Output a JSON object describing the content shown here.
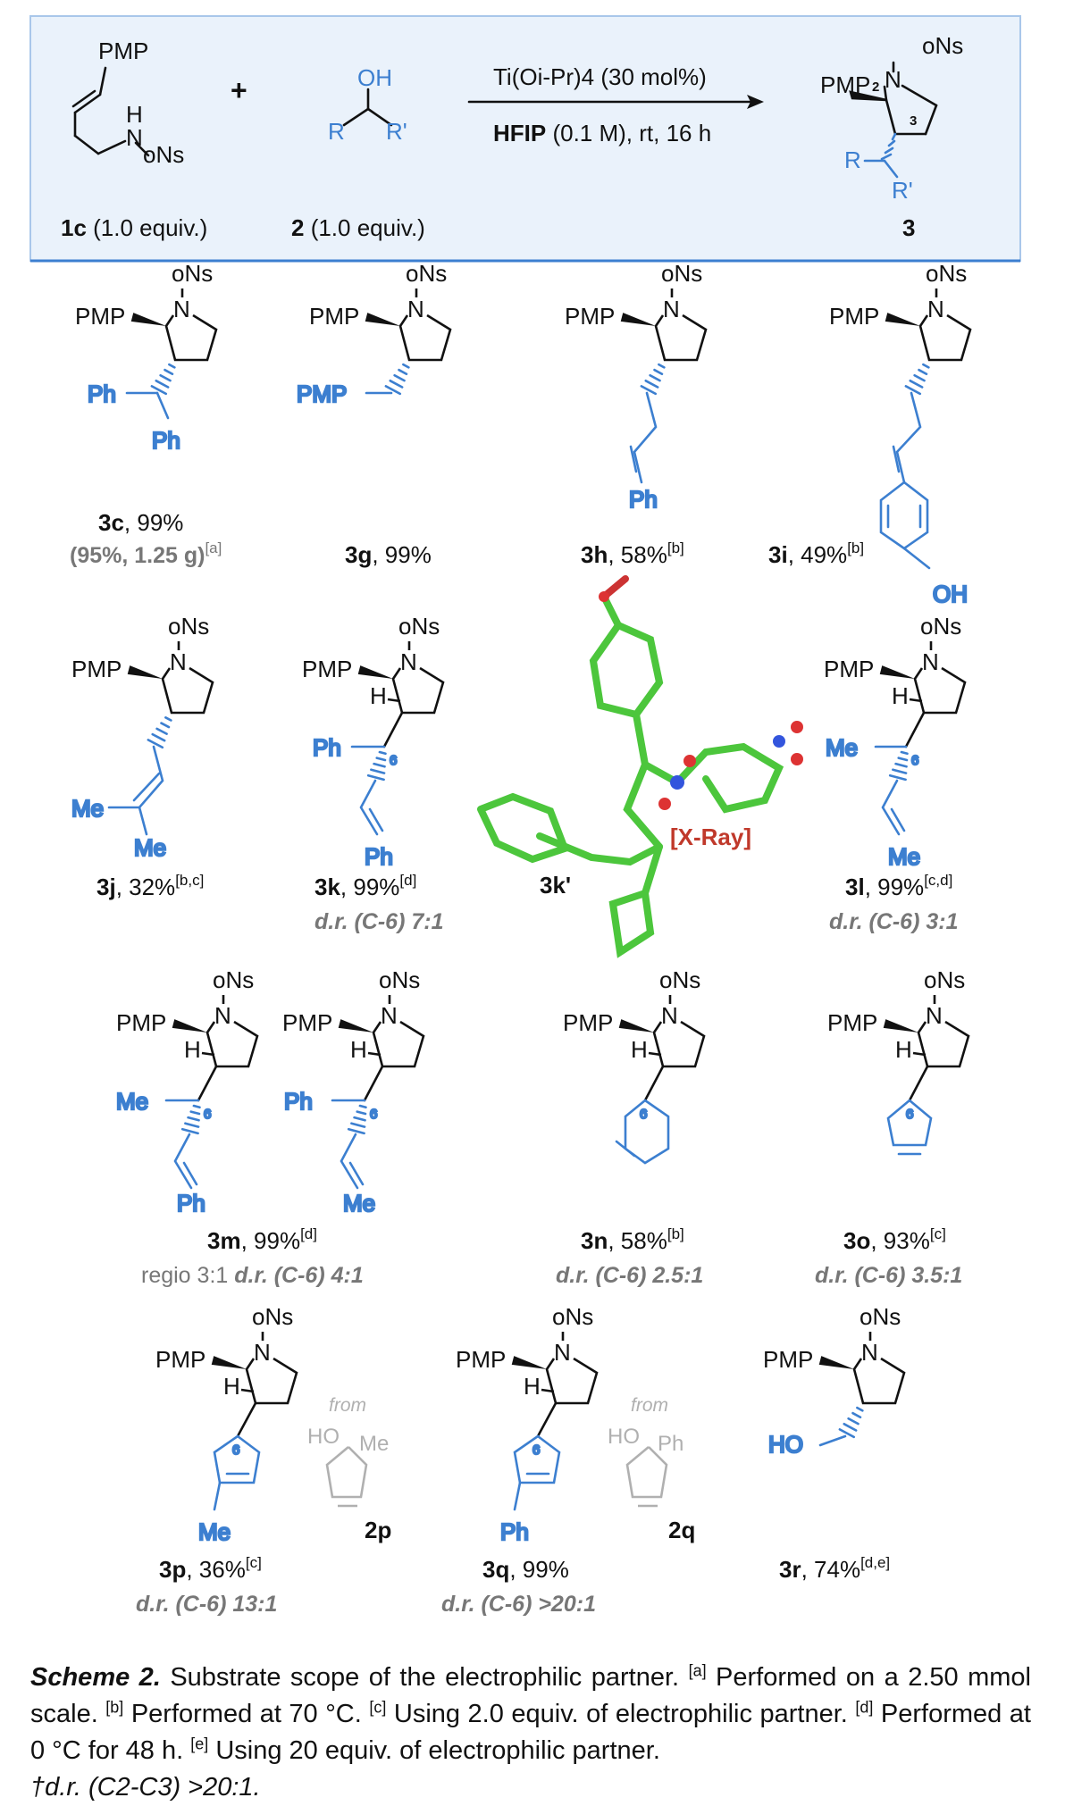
{
  "reaction": {
    "reactant1": {
      "groups": {
        "pmp": "PMP",
        "nh_h": "H",
        "nh_n": "N",
        "ns": "oNs"
      },
      "label_bold": "1c",
      "label_rest": " (1.0 equiv.)"
    },
    "plus": "+",
    "reactant2": {
      "groups": {
        "oh": "OH",
        "r": "R",
        "r2": "R'"
      },
      "label_bold": "2",
      "label_rest": " (1.0 equiv.)"
    },
    "conditions_top": "Ti(Oi-Pr)4 (30 mol%)",
    "conditions_bottom_bold": "HFIP",
    "conditions_bottom_rest": " (0.1 M), rt, 16 h",
    "product": {
      "groups": {
        "pmp": "PMP",
        "ns": "oNs",
        "n": "N",
        "r": "R",
        "r2": "R'",
        "pos2": "2",
        "pos3": "3"
      },
      "label_bold": "3"
    }
  },
  "compounds": [
    {
      "id": "3c",
      "yield": ", 99%",
      "note": "(95%, 1.25 g)",
      "note_sup": "[a]",
      "substituent": {
        "a": "Ph",
        "b": "Ph"
      }
    },
    {
      "id": "3g",
      "yield": ", 99%",
      "substituent": {
        "a": "PMP"
      }
    },
    {
      "id": "3h",
      "yield": ", 58%",
      "sup": "[b]",
      "substituent": {
        "a": "Ph"
      }
    },
    {
      "id": "3i",
      "yield": ", 49%",
      "sup": "[b]",
      "substituent": {
        "a": "OH"
      }
    },
    {
      "id": "3j",
      "yield": ", 32%",
      "sup": "[b,c]",
      "substituent": {
        "a": "Me",
        "b": "Me"
      }
    },
    {
      "id": "3k",
      "yield": ", 99%",
      "sup": "[d]",
      "dr": "d.r. (C-6) 7:1",
      "substituent": {
        "a": "Ph",
        "b": "Ph",
        "h": "H",
        "pos": "6"
      }
    },
    {
      "id": "3k'",
      "xray": "[X-Ray]"
    },
    {
      "id": "3l",
      "yield": ", 99%",
      "sup": "[c,d]",
      "dr": "d.r. (C-6) 3:1",
      "substituent": {
        "a": "Me",
        "b": "Me",
        "h": "H",
        "pos": "6"
      }
    },
    {
      "id": "3m",
      "yield": ", 99%",
      "sup": "[d]",
      "regio": "regio 3:1 ",
      "dr": "d.r. (C-6) 4:1",
      "substituent": {
        "a": "Me",
        "b": "Ph",
        "c": "Ph",
        "d": "Me",
        "h": "H",
        "pos": "6"
      }
    },
    {
      "id": "3n",
      "yield": ", 58%",
      "sup": "[b]",
      "dr": "d.r. (C-6) 2.5:1",
      "substituent": {
        "h": "H",
        "pos": "6"
      }
    },
    {
      "id": "3o",
      "yield": ", 93%",
      "sup": "[c]",
      "dr": "d.r. (C-6) 3.5:1",
      "substituent": {
        "h": "H",
        "pos": "6"
      }
    },
    {
      "id": "3p",
      "yield": ", 36%",
      "sup": "[c]",
      "dr": "d.r. (C-6) 13:1",
      "substituent": {
        "a": "Me",
        "h": "H",
        "pos": "6"
      },
      "from": {
        "word": "from",
        "label": "2p",
        "ho": "HO",
        "sub": "Me"
      }
    },
    {
      "id": "3q",
      "yield": ", 99%",
      "dr": "d.r. (C-6) >20:1",
      "substituent": {
        "a": "Ph",
        "h": "H",
        "pos": "6"
      },
      "from": {
        "word": "from",
        "label": "2q",
        "ho": "HO",
        "sub": "Ph"
      }
    },
    {
      "id": "3r",
      "yield": ", 74%",
      "sup": "[d,e]",
      "substituent": {
        "a": "HO"
      }
    }
  ],
  "core": {
    "pmp": "PMP",
    "ns": "oNs",
    "n": "N"
  },
  "caption": {
    "label": "Scheme 2.",
    "body": " Substrate scope of the electrophilic partner. ",
    "notes": [
      {
        "mark": "[a]",
        "text": " Performed on a 2.50 mmol scale. "
      },
      {
        "mark": "[b]",
        "text": " Performed at 70 °C. "
      },
      {
        "mark": "[c]",
        "text": " Using 2.0 equiv. of electrophilic partner. "
      },
      {
        "mark": "[d]",
        "text": " Performed at 0 °C for 48 h. "
      },
      {
        "mark": "[e]",
        "text": " Using 20 equiv. of electrophilic partner."
      }
    ],
    "footnote": "†d.r. (C2-C3) >20:1."
  },
  "colors": {
    "blue": "#3c7fd0",
    "black": "#111111",
    "gray": "#777777",
    "light_gray": "#b0b0b0",
    "panel": "#eaf2fb",
    "panel_border": "#a9c7ea",
    "red": "#c0392b",
    "green": "#4cc63c"
  }
}
